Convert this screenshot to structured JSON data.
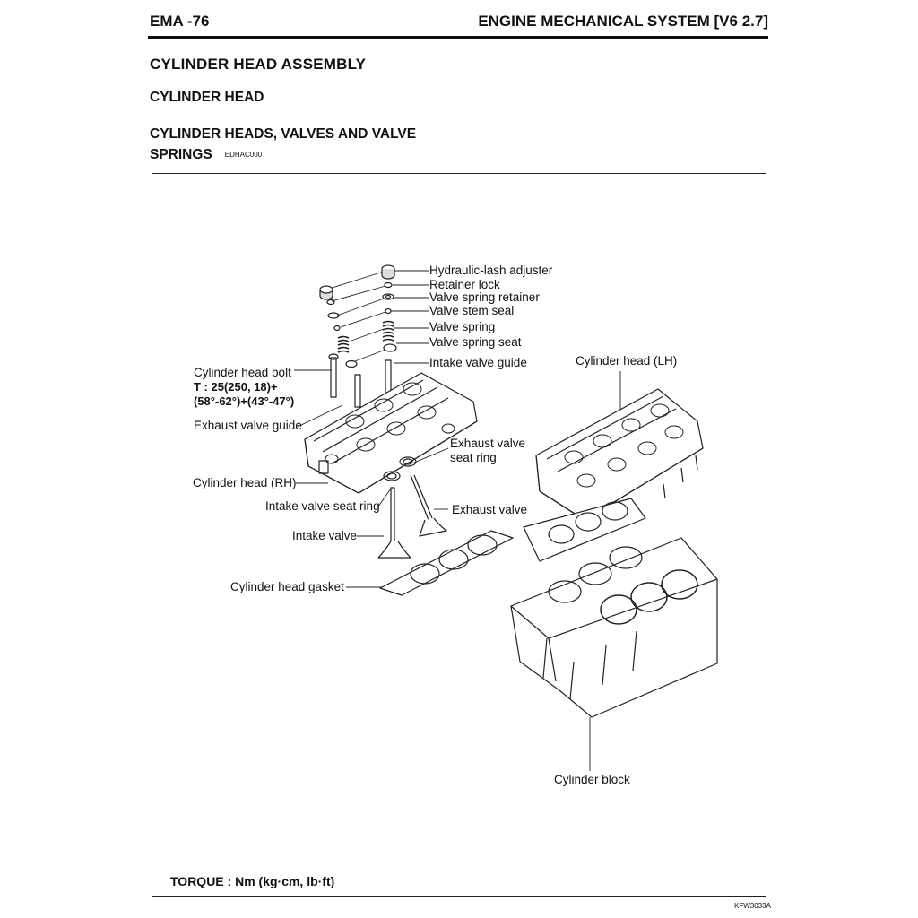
{
  "header": {
    "page_number": "EMA -76",
    "section_title": "ENGINE MECHANICAL SYSTEM [V6 2.7]"
  },
  "headings": {
    "h1": "CYLINDER HEAD ASSEMBLY",
    "h2": "CYLINDER HEAD",
    "h3_line1": "CYLINDER HEADS, VALVES AND VALVE",
    "h3_line2": "SPRINGS",
    "doc_code": "EDHAC000"
  },
  "labels": {
    "hydraulic_lash_adjuster": "Hydraulic-lash adjuster",
    "retainer_lock": "Retainer lock",
    "valve_spring_retainer": "Valve spring retainer",
    "valve_stem_seal": "Valve stem seal",
    "valve_spring": "Valve spring",
    "valve_spring_seat": "Valve spring seat",
    "intake_valve_guide": "Intake valve guide",
    "cylinder_head_bolt": "Cylinder head bolt",
    "torque_line1": "T : 25(250, 18)+",
    "torque_line2": "(58°-62°)+(43°-47°)",
    "exhaust_valve_guide": "Exhaust valve guide",
    "exhaust_valve_seat_ring_1": "Exhaust valve",
    "exhaust_valve_seat_ring_2": "seat ring",
    "cylinder_head_rh": "Cylinder head (RH)",
    "intake_valve_seat_ring": "Intake valve seat ring",
    "exhaust_valve": "Exhaust valve",
    "intake_valve": "Intake valve",
    "cylinder_head_gasket": "Cylinder head gasket",
    "cylinder_head_lh": "Cylinder head (LH)",
    "cylinder_block": "Cylinder block"
  },
  "footer": {
    "torque_note": "TORQUE : Nm (kg·cm, lb·ft)",
    "figure_code": "KFW3033A"
  }
}
